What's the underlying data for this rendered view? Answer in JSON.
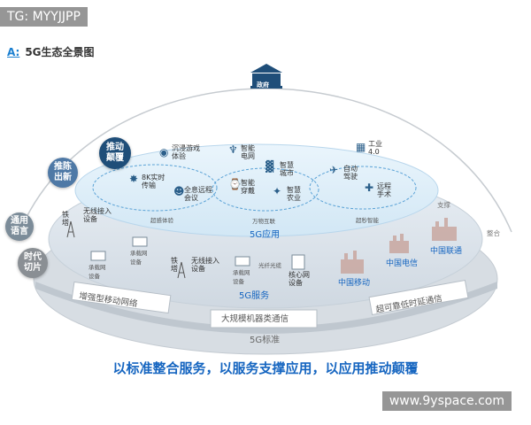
{
  "watermark_top": "TG: MYYJJPP",
  "watermark_bottom": "www.9yspace.com",
  "title": {
    "prefix": "A:",
    "text": "5G生态全景图"
  },
  "government": "政府",
  "bubbles": [
    "推动颠覆",
    "推陈出新",
    "通用语言",
    "时代切片"
  ],
  "apps": {
    "vr_game": "沉浸游戏体验",
    "smart_grid": "智能电网",
    "industry": "工业4.0",
    "video8k": "8K实时传输",
    "smart_city": "智慧城市",
    "auto_drive": "自动驾驶",
    "remote_meeting": "全息远程会议",
    "smart_wear": "智能穿戴",
    "smart_farm": "智慧农业",
    "remote_surgery": "远程手术",
    "cat1": "超感体验",
    "cat2": "万物互联",
    "cat3": "超秒智能",
    "layer": "5G应用"
  },
  "services": {
    "tower1": "铁塔",
    "wireless1": "无线接入设备",
    "bearer1": "承载网设备",
    "bearer2": "承载网设备",
    "bearer3": "承载网设备",
    "tower2": "铁塔",
    "wireless2": "无线接入设备",
    "fiber": "光纤光缆",
    "core": "核心网设备",
    "layer": "5G服务"
  },
  "operators": [
    "中国电信",
    "中国联通",
    "中国移动"
  ],
  "edges": {
    "support": "支撑",
    "integrate": "整合"
  },
  "standards": {
    "s1": "增强型移动网络",
    "s2": "大规模机器类通信",
    "s3": "超可靠低时延通信",
    "layer": "5G标准"
  },
  "slogan": "以标准整合服务，以服务支撑应用，以应用推动颠覆"
}
